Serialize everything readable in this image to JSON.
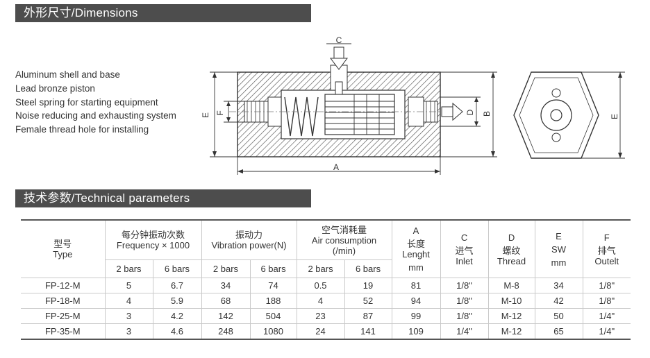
{
  "headers": {
    "dimensions": "外形尺寸/Dimensions",
    "technical": "技术参数/Technical parameters"
  },
  "features": [
    "Aluminum shell and base",
    "Lead bronze piston",
    "Steel spring for starting equipment",
    "Noise reducing and exhausting system",
    "Female thread hole for installing"
  ],
  "drawing_labels": {
    "c": "C",
    "a": "A",
    "b": "B",
    "d": "D",
    "e": "E",
    "f": "F",
    "e_right": "E"
  },
  "table": {
    "col_type_cn": "型号",
    "col_type_en": "Type",
    "col_freq_cn": "每分钟振动次数",
    "col_freq_en": "Frequency × 1000",
    "col_power_cn": "振动力",
    "col_power_en": "Vibration power(N)",
    "col_air_cn": "空气消耗量",
    "col_air_en": "Air consumption",
    "col_air_unit": "(/min)",
    "col_a": "A",
    "col_a_cn": "长度",
    "col_a_en": "Lenght",
    "col_a_unit": "mm",
    "col_c": "C",
    "col_c_cn": "进气",
    "col_c_en": "Inlet",
    "col_d": "D",
    "col_d_cn": "螺纹",
    "col_d_en": "Thread",
    "col_e": "E",
    "col_e_sw": "SW",
    "col_e_unit": "mm",
    "col_f": "F",
    "col_f_cn": "排气",
    "col_f_en": "Outelt",
    "sub_bars": [
      "2 bars",
      "6 bars",
      "2 bars",
      "6 bars",
      "2 bars",
      "6 bars"
    ],
    "rows": [
      [
        "FP-12-M",
        "5",
        "6.7",
        "34",
        "74",
        "0.5",
        "19",
        "81",
        "1/8\"",
        "M-8",
        "34",
        "1/8\""
      ],
      [
        "FP-18-M",
        "4",
        "5.9",
        "68",
        "188",
        "4",
        "52",
        "94",
        "1/8\"",
        "M-10",
        "42",
        "1/8\""
      ],
      [
        "FP-25-M",
        "3",
        "4.2",
        "142",
        "504",
        "23",
        "87",
        "99",
        "1/8\"",
        "M-12",
        "50",
        "1/4\""
      ],
      [
        "FP-35-M",
        "3",
        "4.6",
        "248",
        "1080",
        "24",
        "141",
        "109",
        "1/4\"",
        "M-12",
        "65",
        "1/4\""
      ]
    ]
  }
}
